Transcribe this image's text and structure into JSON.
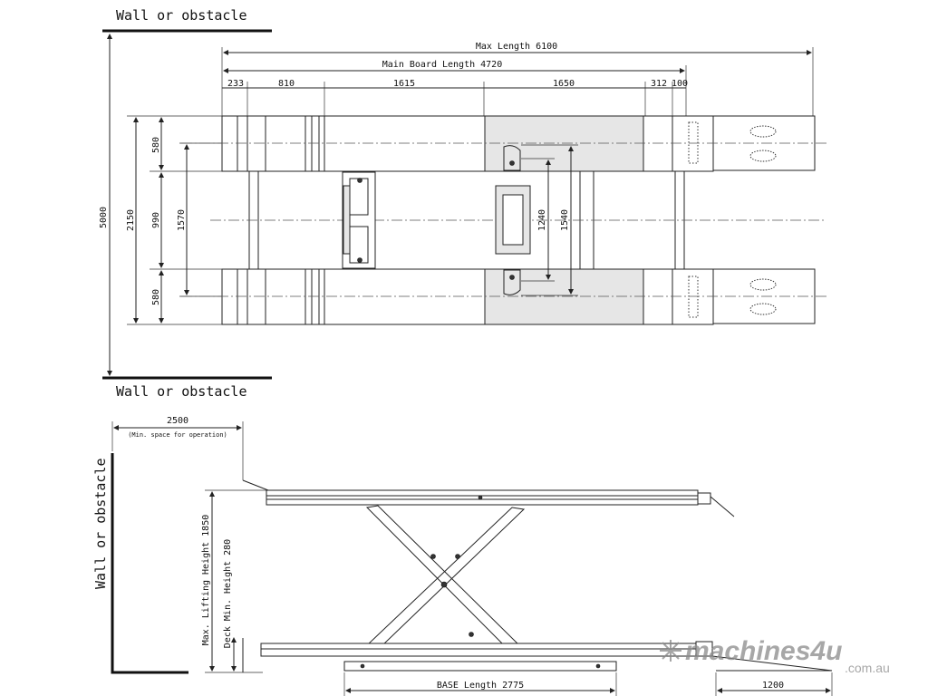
{
  "labels": {
    "wall_top": "Wall or obstacle",
    "wall_mid": "Wall or obstacle",
    "wall_side": "Wall or obstacle",
    "max_length": "Max Length 6100",
    "main_board": "Main Board Length 4720",
    "d233": "233",
    "d810": "810",
    "d1615": "1615",
    "d1650": "1650",
    "d312": "312",
    "d100": "100",
    "d5000": "5000",
    "d2150": "2150",
    "d580a": "580",
    "d990": "990",
    "d580b": "580",
    "d1570": "1570",
    "d1240": "1240",
    "d1540": "1540",
    "d2500": "2500",
    "min_space": "(Min. space for operation)",
    "max_lift": "Max. Lifting Height 1850",
    "deck_min": "Deck Min. Height 280",
    "base_length": "BASE Length 2775",
    "d1200": "1200"
  },
  "watermark": {
    "brand": "machines4u",
    "domain": ".com.au"
  }
}
